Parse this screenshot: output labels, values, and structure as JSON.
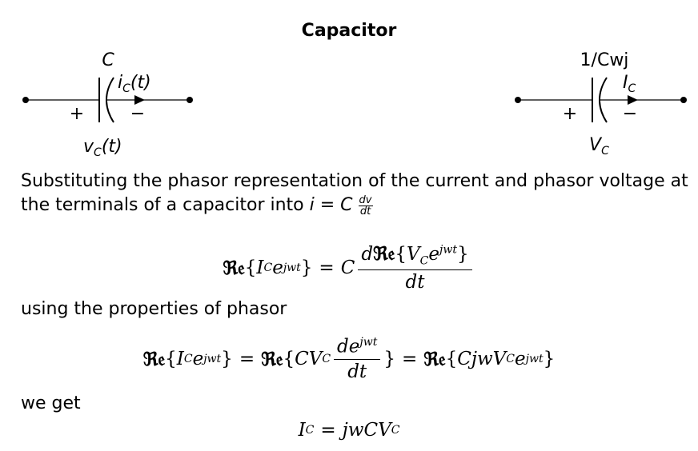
{
  "title": "Capacitor",
  "circuit_left": {
    "component_label": "C",
    "current_label_main": "i",
    "current_label_sub": "C",
    "current_label_arg": "(t)",
    "plus": "+",
    "minus": "−",
    "voltage_label_main": "v",
    "voltage_label_sub": "C",
    "voltage_label_arg": "(t)"
  },
  "circuit_right": {
    "component_label": "1/Cwj",
    "current_label_main": "I",
    "current_label_sub": "C",
    "plus": "+",
    "minus": "−",
    "voltage_label_main": "V",
    "voltage_label_sub": "C"
  },
  "paragraph1": {
    "line1": "Substituting the phasor representation of the current and phasor voltage at",
    "line2_prefix": "the terminals of a capacitor into ",
    "eq_i": "i",
    "eq_eq": " = ",
    "eq_C": "C",
    "frac_num": "dv",
    "frac_den": "dt"
  },
  "equation1": {
    "lhs_re": "ℜ𝔢",
    "lhs_open": "{",
    "lhs_I": "I",
    "lhs_Isub": "C",
    "lhs_e": "e",
    "lhs_exp": "jwt",
    "lhs_close": "}",
    "equals": "=",
    "C": "C",
    "num_d": "d",
    "num_re": "ℜ𝔢",
    "num_open": "{",
    "num_V": "V",
    "num_Vsub": "C",
    "num_e": "e",
    "num_exp": "jwt",
    "num_close": "}",
    "den": "dt"
  },
  "paragraph2": "using the properties of phasor",
  "equation2": {
    "re": "ℜ𝔢",
    "open": "{",
    "I": "I",
    "Isub": "C",
    "e": "e",
    "exp": "jwt",
    "close": "}",
    "equals": "=",
    "mid_CV": "CV",
    "mid_sub": "C",
    "frac_num_d": "de",
    "frac_num_exp": "jwt",
    "frac_den": "dt",
    "rhs_CjwV": "CjwV",
    "rhs_sub": "C",
    "rhs_e": "e",
    "rhs_exp": "jwt"
  },
  "paragraph3": "we get",
  "equation3": {
    "I": "I",
    "Isub": "C",
    "equals": "=",
    "rhs": "jwCV",
    "rhs_sub": "C"
  }
}
